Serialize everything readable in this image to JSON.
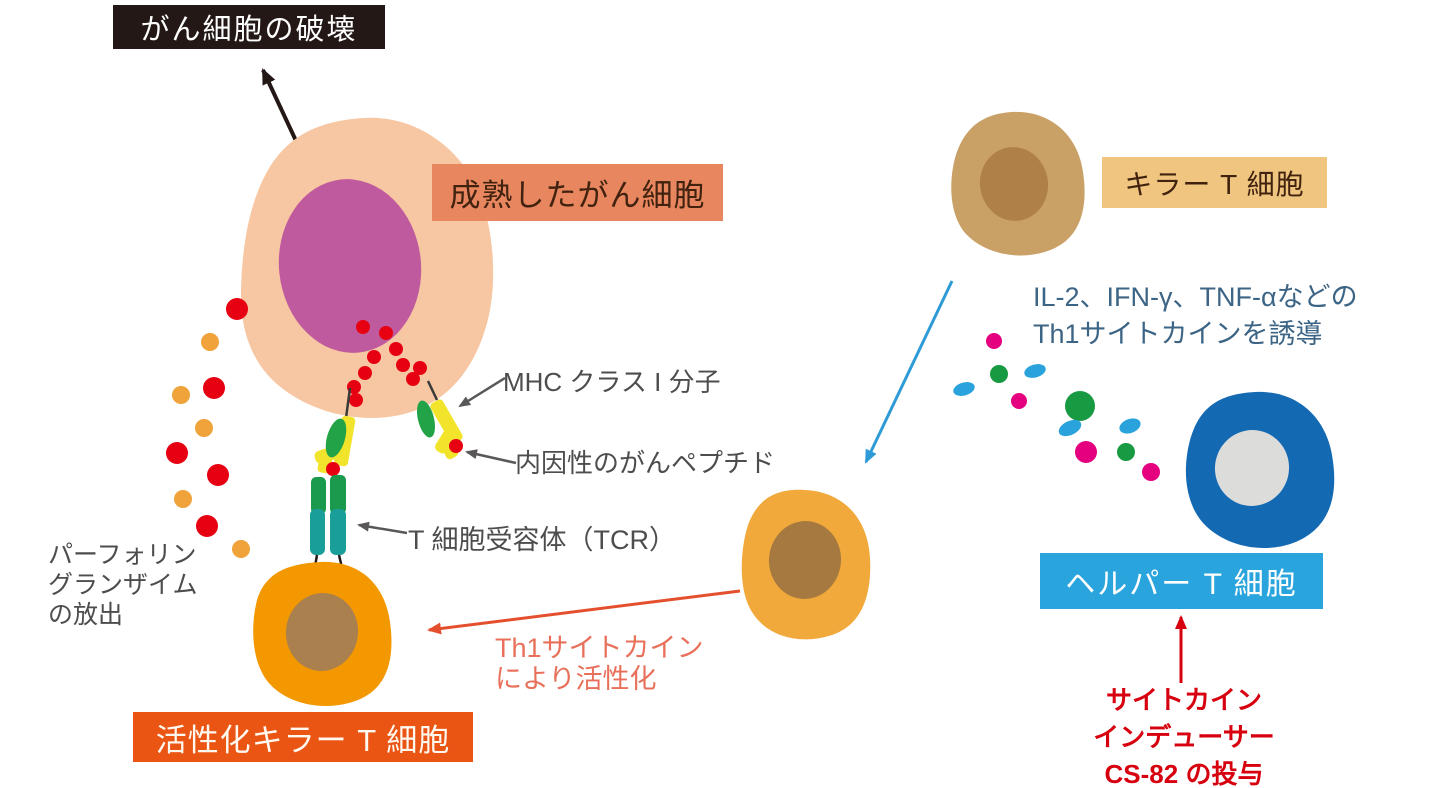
{
  "labels": {
    "destruction": "がん細胞の破壊",
    "mature_cancer_cell": "成熟したがん細胞",
    "mhc_class1": "MHC クラス I 分子",
    "endogenous_peptide": "内因性のがんペプチド",
    "tcr": "T 細胞受容体（TCR）",
    "perforin": {
      "line1": "パーフォリン",
      "line2": "グランザイム",
      "line3": "の放出"
    },
    "activated_killer_t_cell": "活性化キラー T 細胞",
    "killer_t_cell": "キラー T 細胞",
    "th1_induction": {
      "line1": "IL-2、IFN-γ、TNF-αなどの",
      "line2": "Th1サイトカインを誘導"
    },
    "helper_t_cell": "ヘルパー T 細胞",
    "th1_activation": {
      "line1": "Th1サイトカイン",
      "line2": "により活性化"
    },
    "cs82_administration": {
      "line1": "サイトカイン",
      "line2": "インデューサー",
      "line3": "CS-82 の投与"
    }
  },
  "colors": {
    "destruction_label_bg": "#231815",
    "mature_label_bg": "#e8875f",
    "killer_label_bg": "#efc580",
    "helper_label_bg": "#2aa4dd",
    "activated_label_bg": "#ea5514",
    "cancer_cell_body": "#f6c7a2",
    "cancer_cell_nucleus": "#c05a9e",
    "killer_cell_body": "#c9a167",
    "killer_cell_nucleus": "#b08049",
    "helper_cell_body": "#1469b3",
    "helper_cell_nucleus": "#dcdcda",
    "activated_cell_body": "#f39800",
    "activated_cell_nucleus": "#a9804e",
    "middle_cell_body": "#f2a93b",
    "middle_cell_nucleus": "#a5793f",
    "red_dot": "#e60012",
    "orange_dot": "#f0a33a",
    "pink_dot": "#e4007f",
    "green_dot": "#189a42",
    "blue_dot": "#2aa3dc",
    "mhc_yellow": "#f2e32b",
    "mhc_green": "#22a348",
    "tcr_green": "#1b9a4d",
    "tcr_teal": "#1a9e99",
    "black_arrow": "#231815",
    "gray_arrow": "#595757",
    "blue_arrow": "#2e9bd6",
    "red_arrow": "#d7000f",
    "orange_arrow": "#e4502e",
    "gray_text": "#4d4d4d",
    "steel_blue_text": "#3c6485",
    "salmon_text": "#e8705a"
  }
}
